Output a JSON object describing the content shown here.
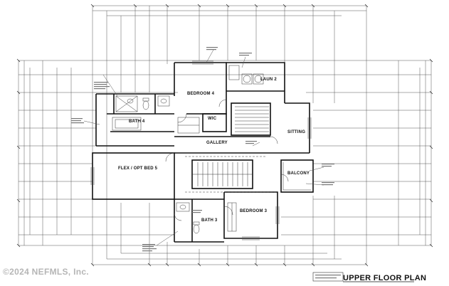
{
  "plan": {
    "title": "UPPER FLOOR PLAN",
    "rooms": {
      "bedroom4": "BEDROOM 4",
      "laun2": "LAUN 2",
      "bath4": "BATH 4",
      "wic": "WIC",
      "sitting": "SITTING",
      "gallery": "GALLERY",
      "flex": "FLEX / OPT BED 5",
      "balcony": "BALCONY",
      "bedroom3": "BEDROOM 3",
      "bath3": "BATH 3"
    }
  },
  "watermark": "©2024 NEFMLS, Inc."
}
